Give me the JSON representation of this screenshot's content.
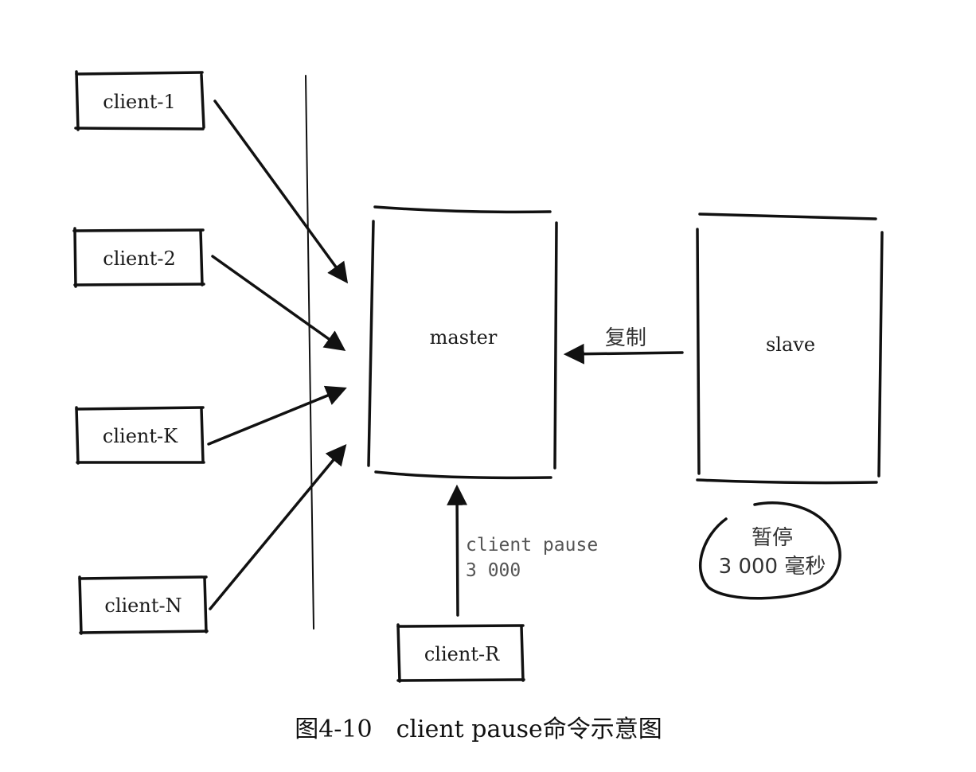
{
  "nodes": {
    "client_1": "client-1",
    "client_2": "client-2",
    "client_k": "client-K",
    "client_n": "client-N",
    "client_r": "client-R",
    "master": "master",
    "slave": "slave"
  },
  "labels": {
    "replication": "复制",
    "command_line1": "client pause",
    "command_line2": "3 000",
    "pause_line1": "暂停",
    "pause_line2": "3 000 毫秒"
  },
  "caption": "图4-10　client pause命令示意图"
}
